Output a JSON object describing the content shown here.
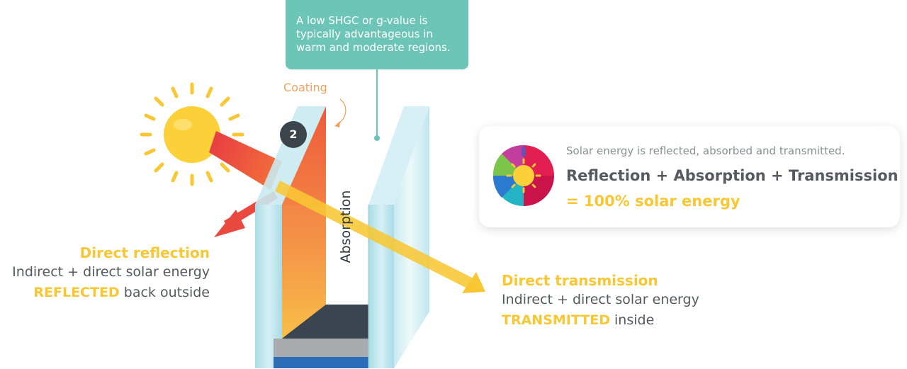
{
  "tooltip": {
    "line1": "A low SHGC or g-value is",
    "line2": "typically advantageous in",
    "line3": "warm and moderate regions."
  },
  "coating_label": "Coating",
  "badge_number": "2",
  "absorption_label": "Absorption",
  "summary_card": {
    "line1": "Solar energy is reflected, absorbed and transmitted.",
    "line2": "Reflection + Absorption + Transmission",
    "line3": "= 100% solar energy"
  },
  "reflection": {
    "heading": "Direct reflection",
    "line1": "Indirect + direct solar energy",
    "emphasis": "REFLECTED",
    "rest": " back outside"
  },
  "transmission": {
    "heading": "Direct transmission",
    "line1": "Indirect + direct solar energy",
    "emphasis": "TRANSMITTED",
    "rest": " inside"
  },
  "colors": {
    "accent_yellow": "#f8c733",
    "teal": "#6cc5b7",
    "coating_orange": "#f5a05a",
    "reflection_red": "#e9493f",
    "glass_blue": "#b7e3ec",
    "text_dark": "#555a60"
  },
  "icons": [
    "sun-icon",
    "color-wheel-icon",
    "reflection-arrow-icon",
    "transmission-arrow-icon"
  ]
}
